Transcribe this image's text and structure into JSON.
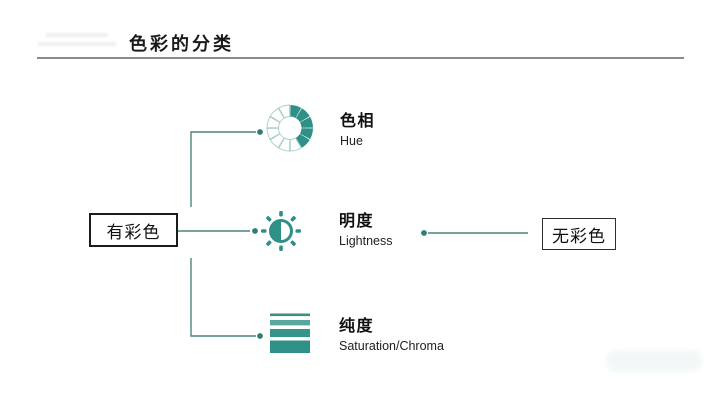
{
  "slide": {
    "title": "色彩的分类",
    "root_node": {
      "label": "有彩色"
    },
    "right_node": {
      "label": "无彩色"
    },
    "branches": [
      {
        "label": "色相",
        "sublabel": "Hue",
        "icon": "color-wheel-icon"
      },
      {
        "label": "明度",
        "sublabel": "Lightness",
        "icon": "half-sun-lightness-icon"
      },
      {
        "label": "纯度",
        "sublabel": "Saturation/Chroma",
        "icon": "stacked-bars-icon"
      }
    ],
    "colors": {
      "accent": "#2f9088",
      "accent_light": "#5aa79f",
      "accent_mid": "#35948b",
      "bar_top": "#3d8d85",
      "connector": "#4f837c",
      "dot": "#2f7f74",
      "wheel_outline": "#a9cdc8",
      "divider": "#8a8a8a",
      "title_text": "#1a1a1a"
    }
  }
}
